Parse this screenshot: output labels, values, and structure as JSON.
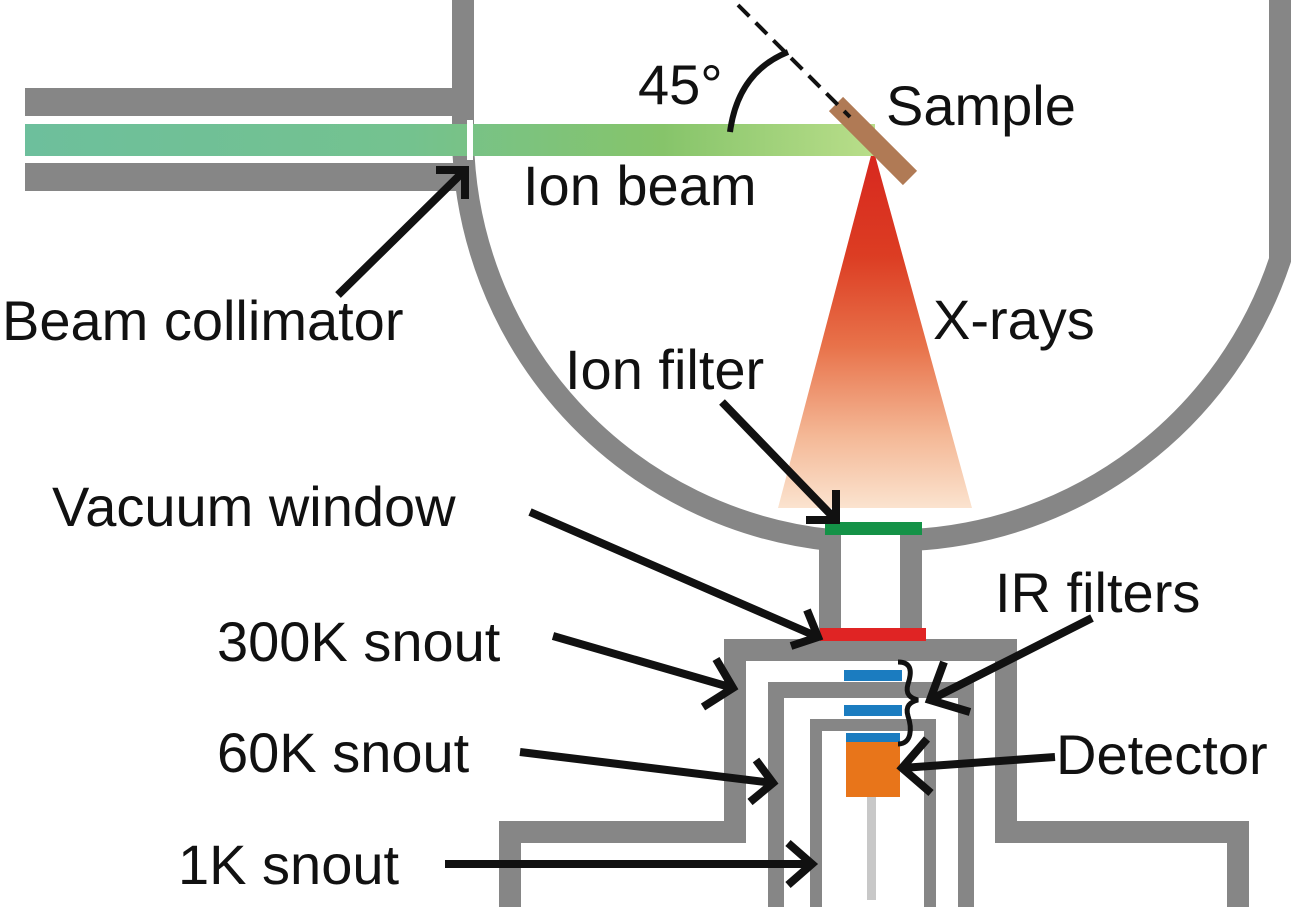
{
  "labels": {
    "angle": "45°",
    "sample": "Sample",
    "ion_beam": "Ion beam",
    "beam_collimator": "Beam collimator",
    "x_rays": "X-rays",
    "ion_filter": "Ion filter",
    "vacuum_window": "Vacuum window",
    "ir_filters": "IR filters",
    "snout_300k": "300K snout",
    "snout_60k": "60K snout",
    "detector": "Detector",
    "snout_1k": "1K snout"
  },
  "colors": {
    "chamber_wall": "#868686",
    "ion_beam_start": "#6dbf9c",
    "ion_beam_end": "#b9de8a",
    "xray_top": "#d7261e",
    "xray_bottom": "#fbe3cf",
    "sample": "#b07a55",
    "ion_filter": "#149247",
    "vacuum_window": "#e02424",
    "ir_filter": "#1b7cc0",
    "detector": "#e8751a",
    "pointer": "#111111"
  }
}
